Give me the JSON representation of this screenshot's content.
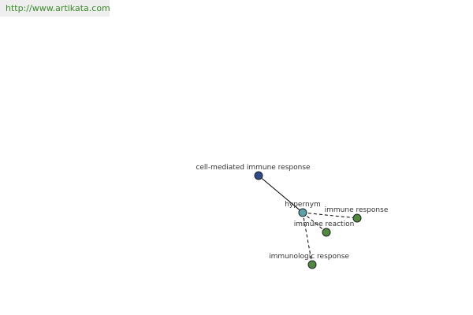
{
  "watermark": {
    "text": "http://www.artikata.com"
  },
  "graph": {
    "colors": {
      "hypernym_node": "#2e4a8a",
      "center_node": "#5aa3a8",
      "synonym_node": "#4f8a3e"
    },
    "nodes": {
      "hypernym": {
        "label": "cell-mediated immune response"
      },
      "center": {
        "label": "hypernym"
      },
      "synonym1": {
        "label": "immune response"
      },
      "synonym2": {
        "label": "immune reaction"
      },
      "synonym3": {
        "label": "immunologic response"
      }
    }
  }
}
